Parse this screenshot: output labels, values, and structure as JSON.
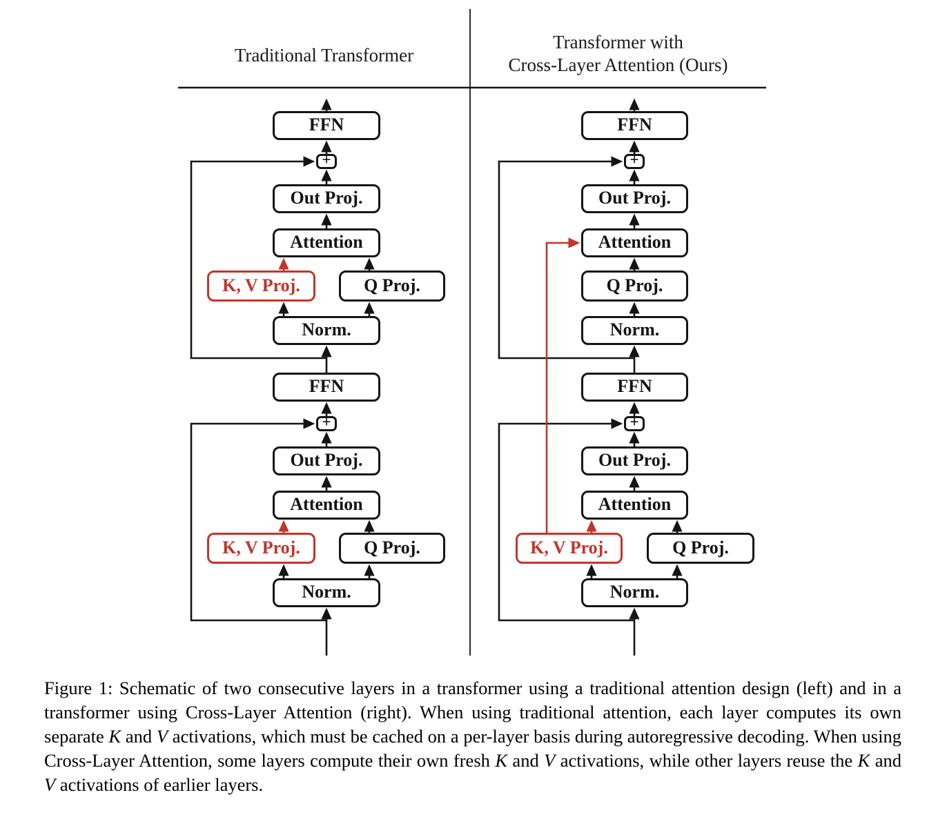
{
  "figure": {
    "panel_titles": {
      "left": "Traditional Transformer",
      "right_line1": "Transformer with",
      "right_line2": "Cross-Layer Attention (Ours)"
    },
    "block_labels": {
      "ffn": "FFN",
      "add": "+",
      "out_proj": "Out Proj.",
      "attention": "Attention",
      "kv_proj": "K, V Proj.",
      "q_proj": "Q Proj.",
      "norm": "Norm."
    },
    "colors": {
      "highlight_red": "#c1352b",
      "wire_black": "#141414"
    }
  },
  "caption": {
    "segments": [
      {
        "text": "Figure 1: Schematic of two consecutive layers in a transformer using a traditional attention design (left) and in a transformer using Cross-Layer Attention (right). When using traditional attention, each layer computes its own separate "
      },
      {
        "text": "K"
      },
      {
        "text": " and "
      },
      {
        "text": "V"
      },
      {
        "text": " activations, which must be cached on a per-layer basis during autoregressive decoding. When using Cross-Layer Attention, some layers compute their own fresh "
      },
      {
        "text": "K"
      },
      {
        "text": " and "
      },
      {
        "text": "V"
      },
      {
        "text": " activations, while other layers reuse the "
      },
      {
        "text": "K"
      },
      {
        "text": " and "
      },
      {
        "text": "V"
      },
      {
        "text": " activations of earlier layers."
      }
    ]
  }
}
